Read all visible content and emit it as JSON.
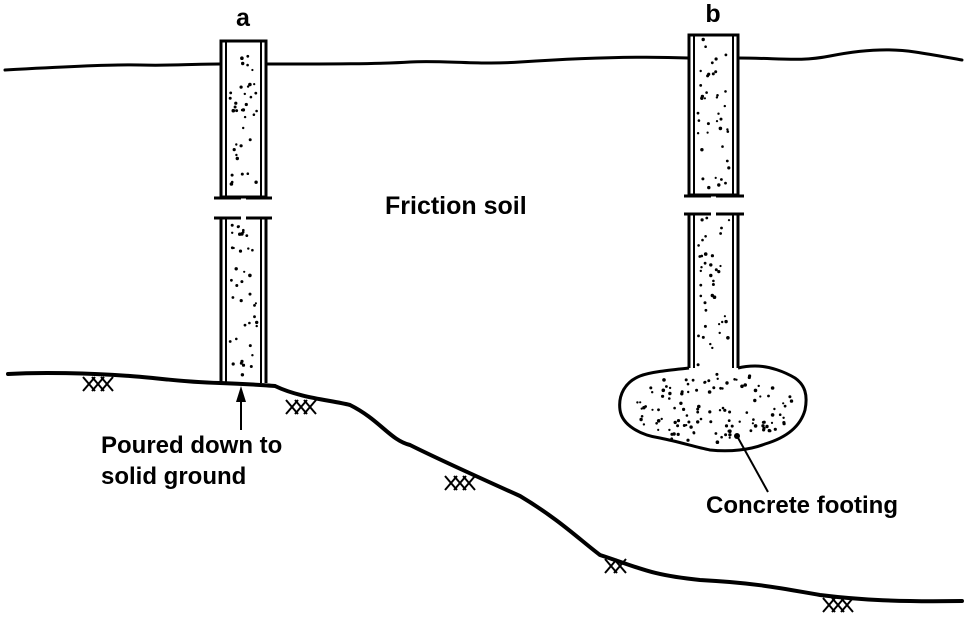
{
  "diagram": {
    "colors": {
      "ink": "#000000",
      "paper": "#ffffff"
    },
    "labels": {
      "post_a": "a",
      "post_b": "b",
      "soil": "Friction soil",
      "poured_line1": "Poured down to",
      "poured_line2": "solid ground",
      "footing": "Concrete footing"
    },
    "posts": [
      {
        "id": "a",
        "description": "Concrete pier poured down to solid ground"
      },
      {
        "id": "b",
        "description": "Concrete pier ending in friction soil on a concrete footing"
      }
    ],
    "layers": [
      {
        "id": "surface",
        "description": "Ground surface line"
      },
      {
        "id": "friction-soil",
        "description": "Friction soil layer"
      },
      {
        "id": "solid-ground",
        "description": "Solid ground boundary with rock hatch marks"
      }
    ]
  }
}
